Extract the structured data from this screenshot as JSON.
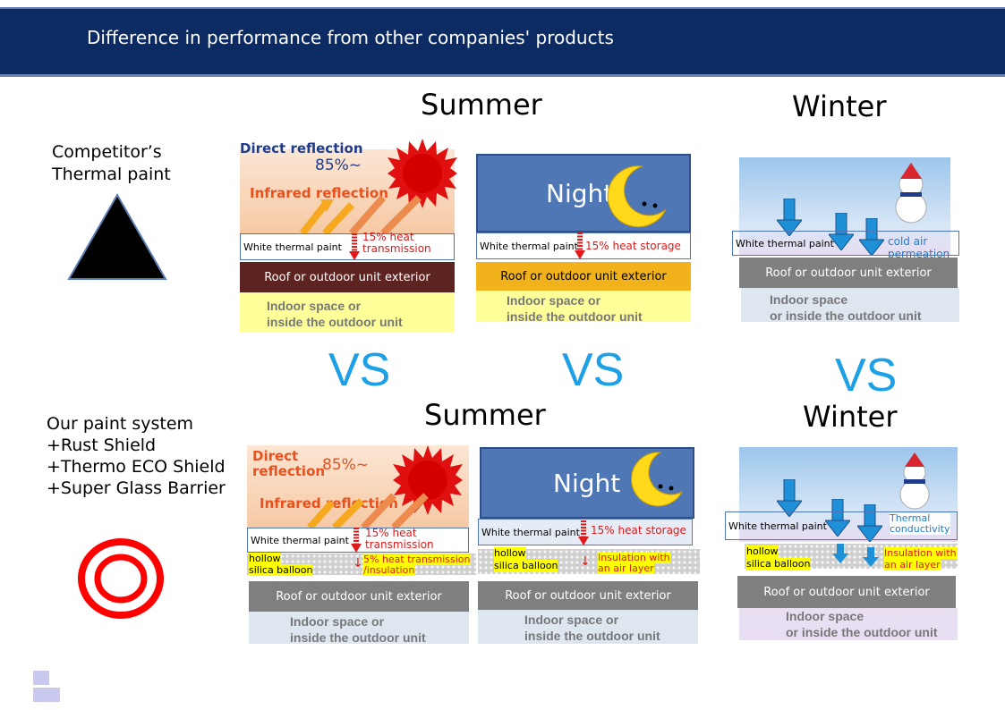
{
  "header": {
    "title": "Difference in performance from other companies' products"
  },
  "seasons": {
    "top_summer": "Summer",
    "top_winter": "Winter",
    "bottom_summer": "Summer",
    "bottom_winter": "Winter"
  },
  "vs": [
    "VS",
    "VS",
    "VS"
  ],
  "competitor": {
    "line1": "Competitor’s",
    "line2": "Thermal paint"
  },
  "ours": {
    "line1": "Our paint system",
    "line2": "+Rust Shield",
    "line3": "+Thermo ECO Shield",
    "line4": "+Super Glass Barrier"
  },
  "labels": {
    "direct_reflection": "Direct reflection",
    "direct_reflection_split_1": "Direct",
    "direct_reflection_split_2": "reflection",
    "pct_85": "85%~",
    "infrared_reflection": "Infrared reflection",
    "white_thermal_paint": "White thermal paint",
    "heat_transmission_15_a": "15% heat",
    "heat_transmission_15_b": "transmission",
    "heat_storage_15": "15% heat storage",
    "roof": "Roof or outdoor unit exterior",
    "indoor_1": "Indoor space or",
    "indoor_2": "inside the outdoor unit",
    "indoor_winter_1": "Indoor space",
    "indoor_winter_2": "or inside the outdoor unit",
    "night": "Night",
    "cold_air": "cold air permeation",
    "hollow_1": "hollow",
    "hollow_2": "silica balloon",
    "five_pct_1": "5% heat transmission",
    "five_pct_2": "/insulation",
    "insul_1": "Insulation with",
    "insul_2": "an air layer",
    "thermal_cond_1": "Thermal",
    "thermal_cond_2": "conductivity"
  },
  "colors": {
    "header_bg": "#0c2b63",
    "vs_blue": "#1ea0e6",
    "roof_dark": "#5c2320",
    "roof_orange": "#f2b21c",
    "roof_gray": "#7f7f7f",
    "indoor_yellow": "#ffff99",
    "indoor_gray": "#dee6f0",
    "night_blue": "#4f77b5"
  },
  "icons": [
    "triangle-icon",
    "double-circle-icon",
    "sun-icon",
    "moon-icon",
    "snowman-icon",
    "down-arrow-icon"
  ]
}
